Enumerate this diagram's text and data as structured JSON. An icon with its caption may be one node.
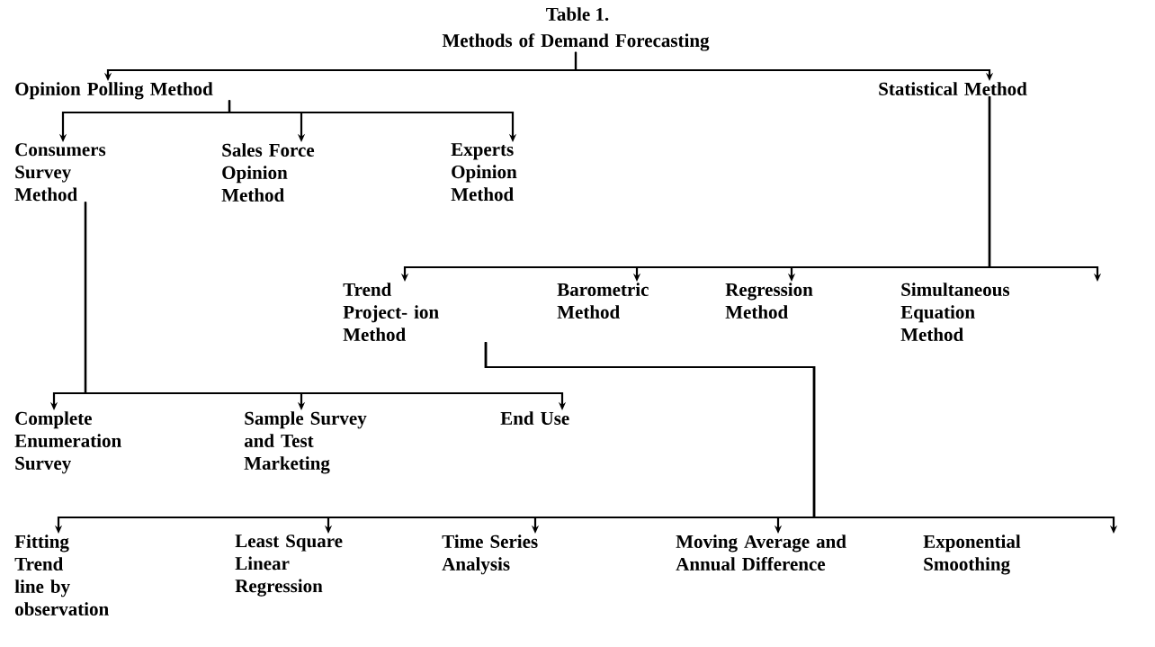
{
  "diagram": {
    "title": "Table 1.",
    "nodes": [
      {
        "text": [
          "Methods of Demand Forecasting"
        ]
      },
      {
        "text": [
          "Opinion Polling Method"
        ]
      },
      {
        "text": [
          "Statistical Method"
        ]
      },
      {
        "text": [
          "Consumers Survey Method"
        ]
      },
      {
        "text": [
          "Sales Force Opinion Method"
        ]
      },
      {
        "text": [
          "Experts Opinion Method"
        ]
      },
      {
        "text": [
          "Trend Project- ion Method"
        ]
      },
      {
        "text": [
          "Barometric Method"
        ]
      },
      {
        "text": [
          "Regression Method"
        ]
      },
      {
        "text": [
          "Simultaneous Equation Method"
        ]
      },
      {
        "text": [
          "Complete Enumeration Survey"
        ]
      },
      {
        "text": [
          "Sample Survey and Test Marketing"
        ]
      },
      {
        "text": [
          "End Use"
        ]
      },
      {
        "text": [
          "Fitting Trend line by observation"
        ]
      },
      {
        "text": [
          "Least Square Linear Regression"
        ]
      },
      {
        "text": [
          "Time Series Analysis"
        ]
      },
      {
        "text": [
          "Moving Average and Annual Difference"
        ]
      },
      {
        "text": [
          "Exponential Smoothing"
        ]
      }
    ],
    "edges": [
      {
        "from": 0,
        "to": 1,
        "arrow": "to"
      },
      {
        "from": 0,
        "to": 2,
        "arrow": "to"
      },
      {
        "from": 1,
        "to": 3,
        "arrow": "to"
      },
      {
        "from": 1,
        "to": 4,
        "arrow": "to"
      },
      {
        "from": 1,
        "to": 5,
        "arrow": "to"
      },
      {
        "from": 2,
        "to": 6,
        "arrow": "to"
      },
      {
        "from": 2,
        "to": 7,
        "arrow": "to"
      },
      {
        "from": 2,
        "to": 8,
        "arrow": "to"
      },
      {
        "from": 2,
        "to": 9,
        "arrow": "to"
      },
      {
        "from": 3,
        "to": 10,
        "arrow": "to"
      },
      {
        "from": 3,
        "to": 11,
        "arrow": "to"
      },
      {
        "from": 3,
        "to": 12,
        "arrow": "to"
      },
      {
        "from": 6,
        "to": 13,
        "arrow": "to"
      },
      {
        "from": 6,
        "to": 14,
        "arrow": "to"
      },
      {
        "from": 6,
        "to": 15,
        "arrow": "to"
      },
      {
        "from": 6,
        "to": 16,
        "arrow": "to"
      },
      {
        "from": 6,
        "to": 17,
        "arrow": "to"
      }
    ]
  }
}
